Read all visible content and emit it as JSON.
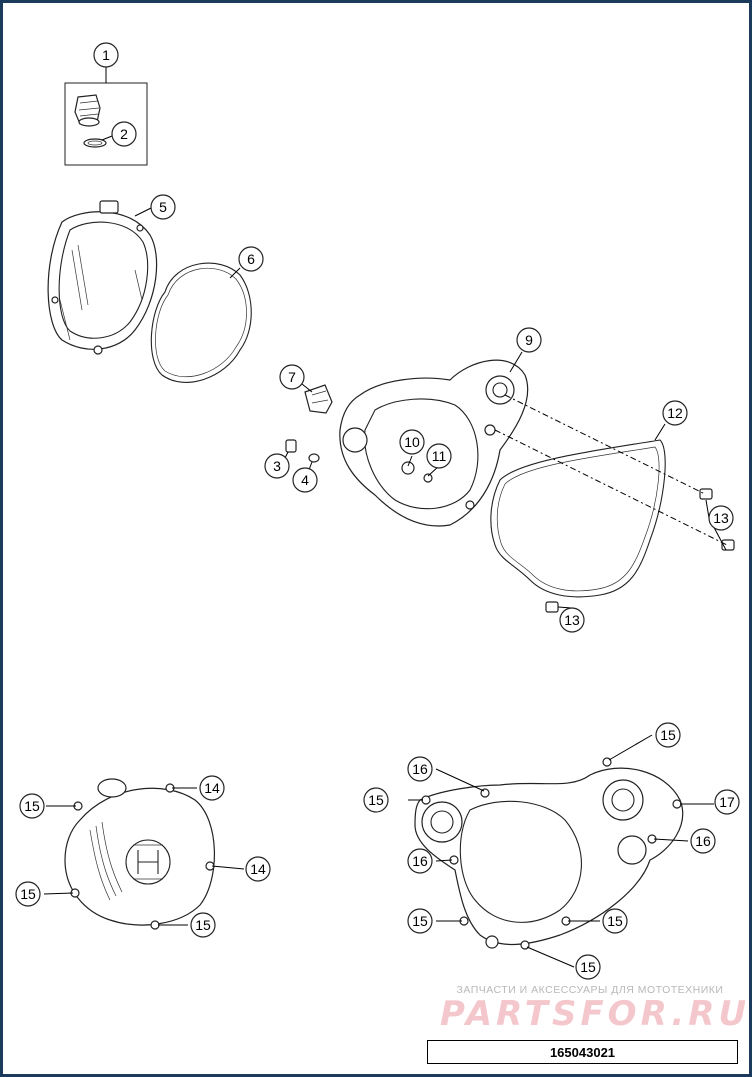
{
  "callouts": [
    {
      "id": "c1",
      "label": "1"
    },
    {
      "id": "c2",
      "label": "2"
    },
    {
      "id": "c3",
      "label": "3"
    },
    {
      "id": "c4",
      "label": "4"
    },
    {
      "id": "c5",
      "label": "5"
    },
    {
      "id": "c6",
      "label": "6"
    },
    {
      "id": "c7",
      "label": "7"
    },
    {
      "id": "c9",
      "label": "9"
    },
    {
      "id": "c10",
      "label": "10"
    },
    {
      "id": "c11",
      "label": "11"
    },
    {
      "id": "c12",
      "label": "12"
    },
    {
      "id": "c13a",
      "label": "13"
    },
    {
      "id": "c13b",
      "label": "13"
    },
    {
      "id": "c14a",
      "label": "14"
    },
    {
      "id": "c14b",
      "label": "14"
    },
    {
      "id": "c15a",
      "label": "15"
    },
    {
      "id": "c15b",
      "label": "15"
    },
    {
      "id": "c15c",
      "label": "15"
    },
    {
      "id": "c15d",
      "label": "15"
    },
    {
      "id": "c15e",
      "label": "15"
    },
    {
      "id": "c15f",
      "label": "15"
    },
    {
      "id": "c15g",
      "label": "15"
    },
    {
      "id": "c16a",
      "label": "16"
    },
    {
      "id": "c16b",
      "label": "16"
    },
    {
      "id": "c16c",
      "label": "16"
    },
    {
      "id": "c17",
      "label": "17"
    }
  ],
  "watermark": {
    "tagline": "ЗАПЧАСТИ И АКСЕССУАРЫ ДЛЯ МОТОТЕХНИКИ",
    "brand": "PARTSFOR.RU"
  },
  "diagram_code": "165043021",
  "colors": {
    "frame": "#1b3a5c",
    "ink": "#222222",
    "watermark": "#f4c7cc"
  }
}
